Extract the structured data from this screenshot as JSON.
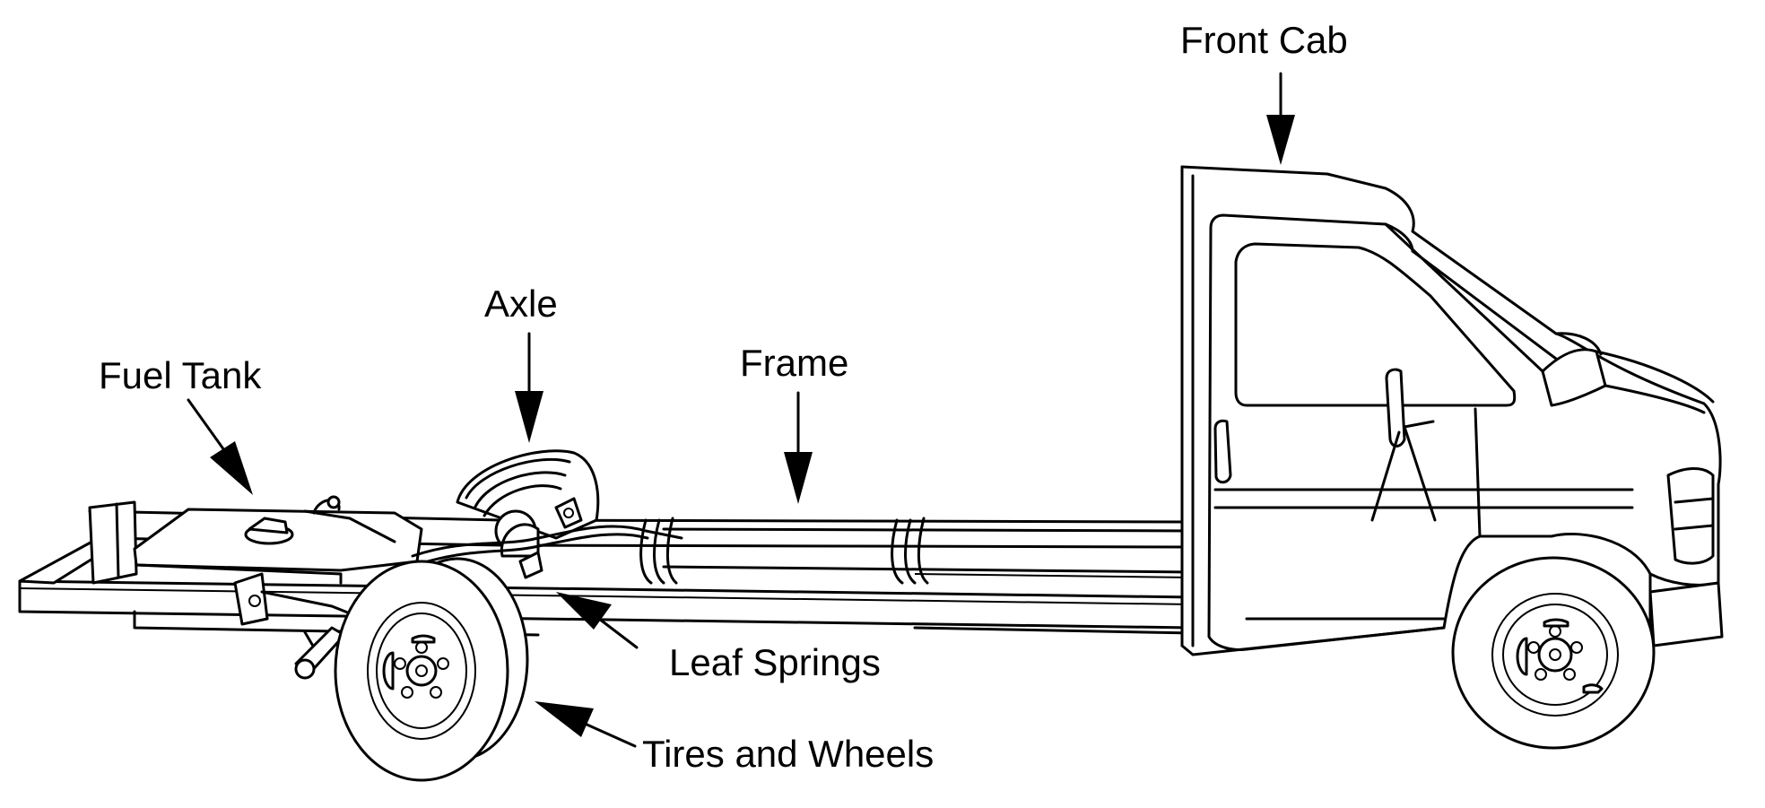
{
  "labels": {
    "front_cab": "Front Cab",
    "axle": "Axle",
    "frame": "Frame",
    "fuel_tank": "Fuel Tank",
    "leaf_springs": "Leaf Springs",
    "tires_and_wheels": "Tires and Wheels"
  }
}
